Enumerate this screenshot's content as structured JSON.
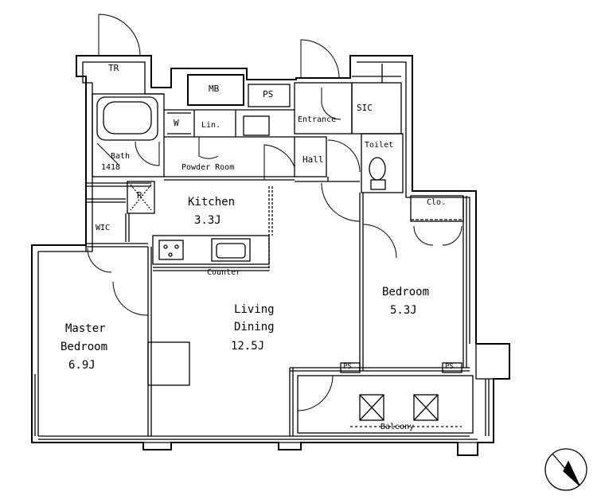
{
  "floorplan": {
    "rooms": {
      "master_bedroom": {
        "name_line1": "Master",
        "name_line2": "Bedroom",
        "size": "6.9J"
      },
      "living_dining": {
        "name_line1": "Living",
        "name_line2": "Dining",
        "size": "12.5J"
      },
      "kitchen": {
        "name": "Kitchen",
        "size": "3.3J"
      },
      "bedroom": {
        "name": "Bedroom",
        "size": "5.3J"
      },
      "bath": {
        "name": "Bath",
        "size": "1418"
      },
      "powder_room": {
        "name": "Powder Room"
      },
      "entrance": {
        "name": "Entrance"
      },
      "hall": {
        "name": "Hall"
      },
      "toilet": {
        "name": "Toilet"
      },
      "balcony": {
        "name": "Balcony"
      }
    },
    "labels": {
      "tr": "TR",
      "mb": "MB",
      "ps_top": "PS",
      "ps_left": "PS",
      "ps_right": "PS",
      "w": "W",
      "lin": "Lin.",
      "sic": "SIC",
      "r": "R",
      "wic": "WIC",
      "counter": "Counter",
      "clo": "Clo."
    },
    "colors": {
      "line": "#000000",
      "background": "#ffffff"
    },
    "icons": [
      "north-arrow-icon",
      "door-swing-icon",
      "sink-icon",
      "stove-icon",
      "bathtub-icon",
      "toilet-icon"
    ]
  }
}
